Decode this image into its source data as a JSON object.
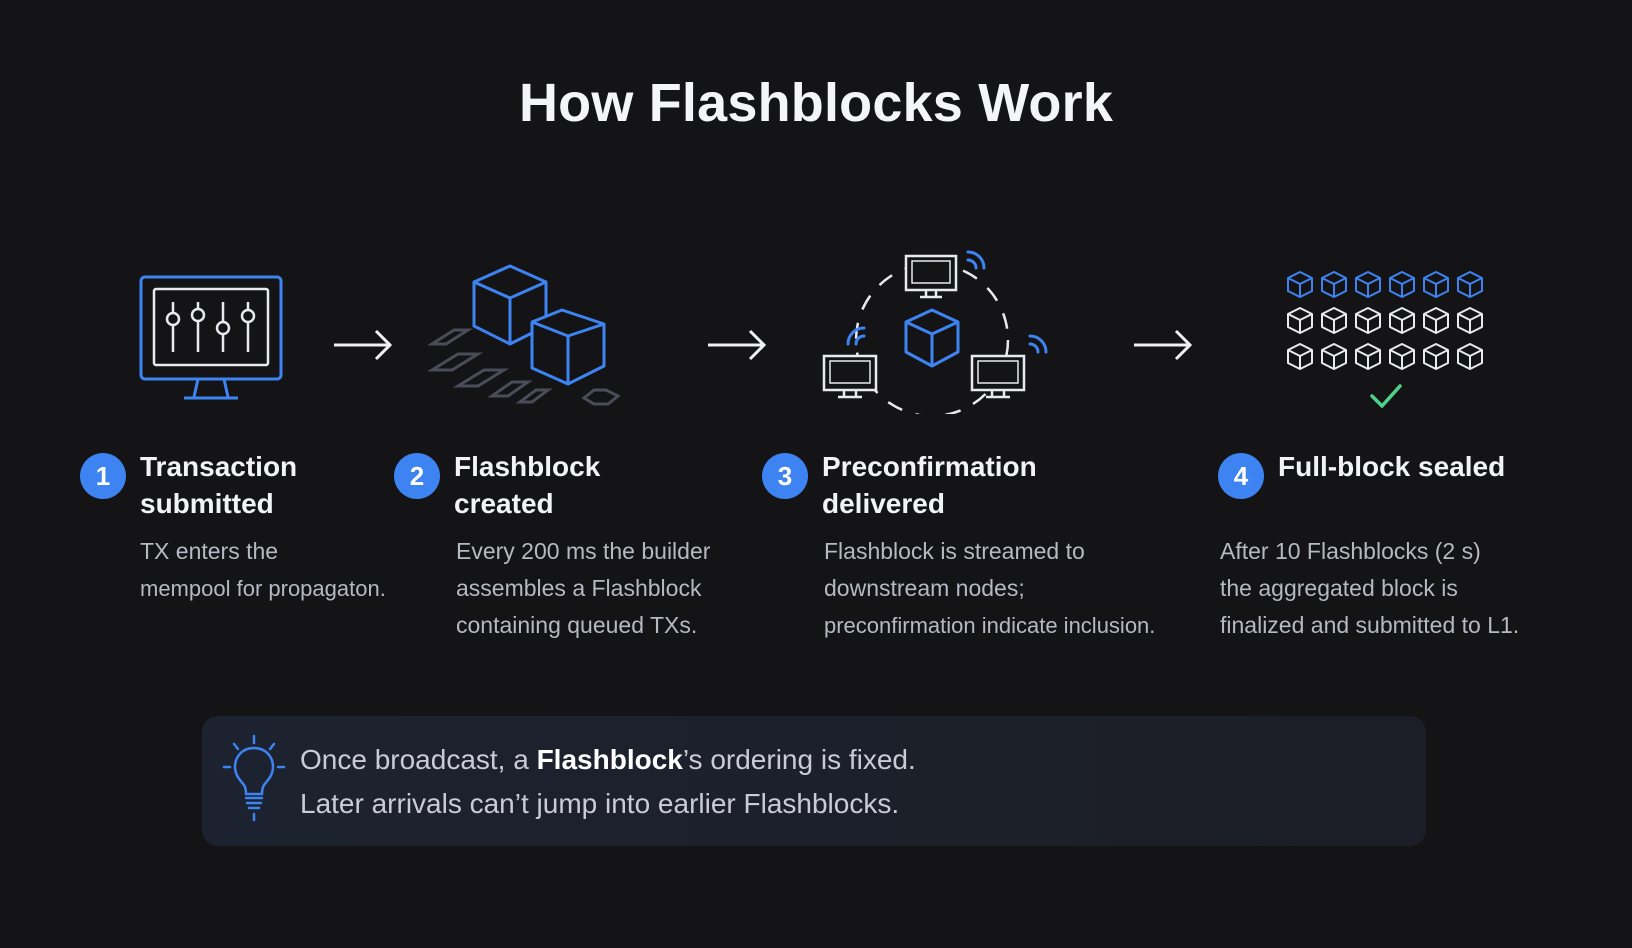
{
  "title": "How Flashblocks Work",
  "colors": {
    "accent": "#3d84f2",
    "background": "#141416",
    "check": "#4fd18b"
  },
  "steps": [
    {
      "number": "1",
      "title_lines": [
        "Transaction",
        "submitted"
      ],
      "desc_lines": [
        "TX enters the",
        "mempool for propagaton."
      ],
      "icon": "monitor-sliders-icon"
    },
    {
      "number": "2",
      "title_lines": [
        "Flashblock",
        "created"
      ],
      "desc_lines": [
        "Every 200 ms the builder",
        "assembles a Flashblock",
        "containing queued TXs."
      ],
      "icon": "stacked-blocks-icon"
    },
    {
      "number": "3",
      "title_lines": [
        "Preconfirmation",
        "delivered"
      ],
      "desc_lines": [
        "Flashblock is streamed to",
        "downstream nodes;",
        "preconfirmation indicate inclusion."
      ],
      "icon": "network-broadcast-icon"
    },
    {
      "number": "4",
      "title_lines": [
        "Full-block sealed"
      ],
      "desc_lines": [
        "After 10 Flashblocks (2 s)",
        "the aggregated block is",
        "finalized and submitted to L1."
      ],
      "icon": "block-grid-check-icon"
    }
  ],
  "callout": {
    "icon": "lightbulb-icon",
    "line1_pre": "Once broadcast, a ",
    "line1_bold": "Flashblock",
    "line1_post": "’s ordering is fixed.",
    "line2": "Later arrivals can’t jump into earlier Flashblocks."
  }
}
